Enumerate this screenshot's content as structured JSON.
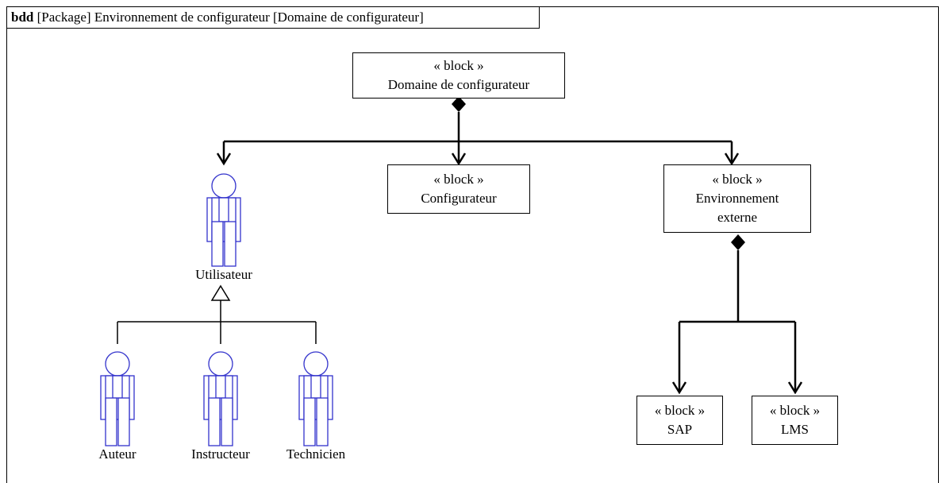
{
  "header": {
    "kind": "bdd",
    "title": "[Package] Environnement de configurateur [Domaine de configurateur]"
  },
  "blocks": {
    "domaine": {
      "stereotype": "« block »",
      "name": "Domaine de configurateur"
    },
    "configurateur": {
      "stereotype": "« block »",
      "name": "Configurateur"
    },
    "environnement": {
      "stereotype": "« block »",
      "name1": "Environnement",
      "name2": "externe"
    },
    "sap": {
      "stereotype": "« block »",
      "name": "SAP"
    },
    "lms": {
      "stereotype": "« block »",
      "name": "LMS"
    }
  },
  "actors": {
    "utilisateur": "Utilisateur",
    "auteur": "Auteur",
    "instructeur": "Instructeur",
    "technicien": "Technicien"
  },
  "colors": {
    "actor": "#3333cc",
    "line": "#000000"
  }
}
